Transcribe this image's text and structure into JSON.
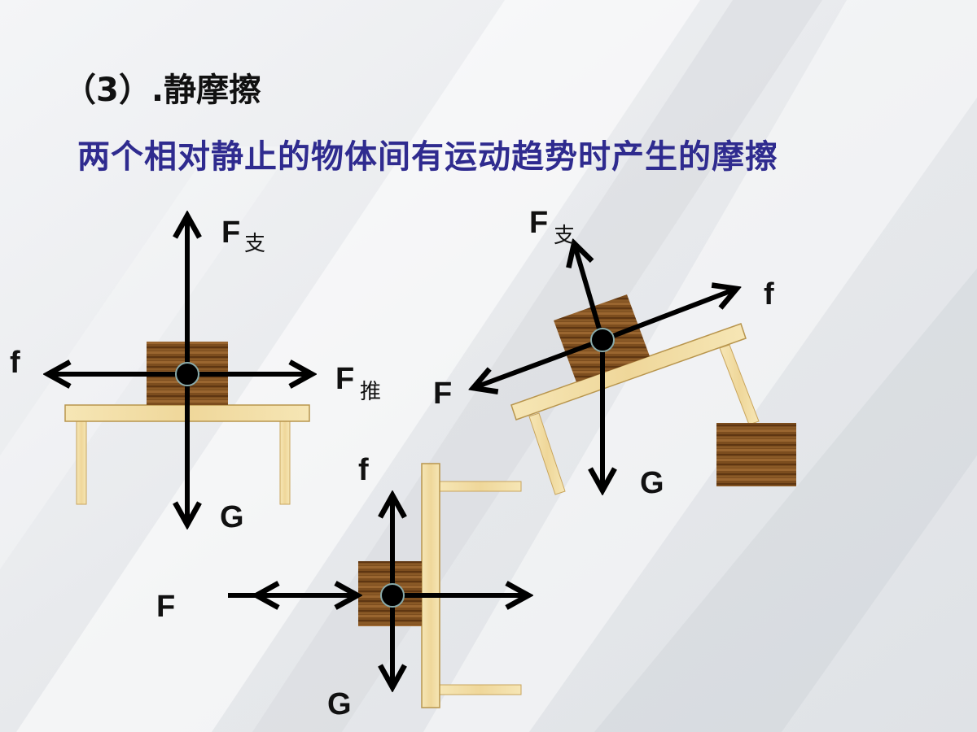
{
  "slide": {
    "heading": "（3）.静摩擦",
    "subtitle": "两个相对静止的物体间有运动趋势时产生的摩擦"
  },
  "diagram1": {
    "support_F": "F",
    "support_sub": "支",
    "friction": "f",
    "push_F": "F",
    "push_sub": "推",
    "gravity": "G"
  },
  "diagram2": {
    "support_F": "F",
    "support_sub": "支",
    "friction": "f",
    "pull": "F",
    "gravity": "G"
  },
  "diagram3": {
    "friction": "f",
    "press": "F",
    "gravity": "G"
  },
  "colors": {
    "wood_light": "#f3dfa6",
    "wood_block": "#7a4a1c",
    "arrow": "#000000",
    "subtitle": "#2f2b8f"
  }
}
